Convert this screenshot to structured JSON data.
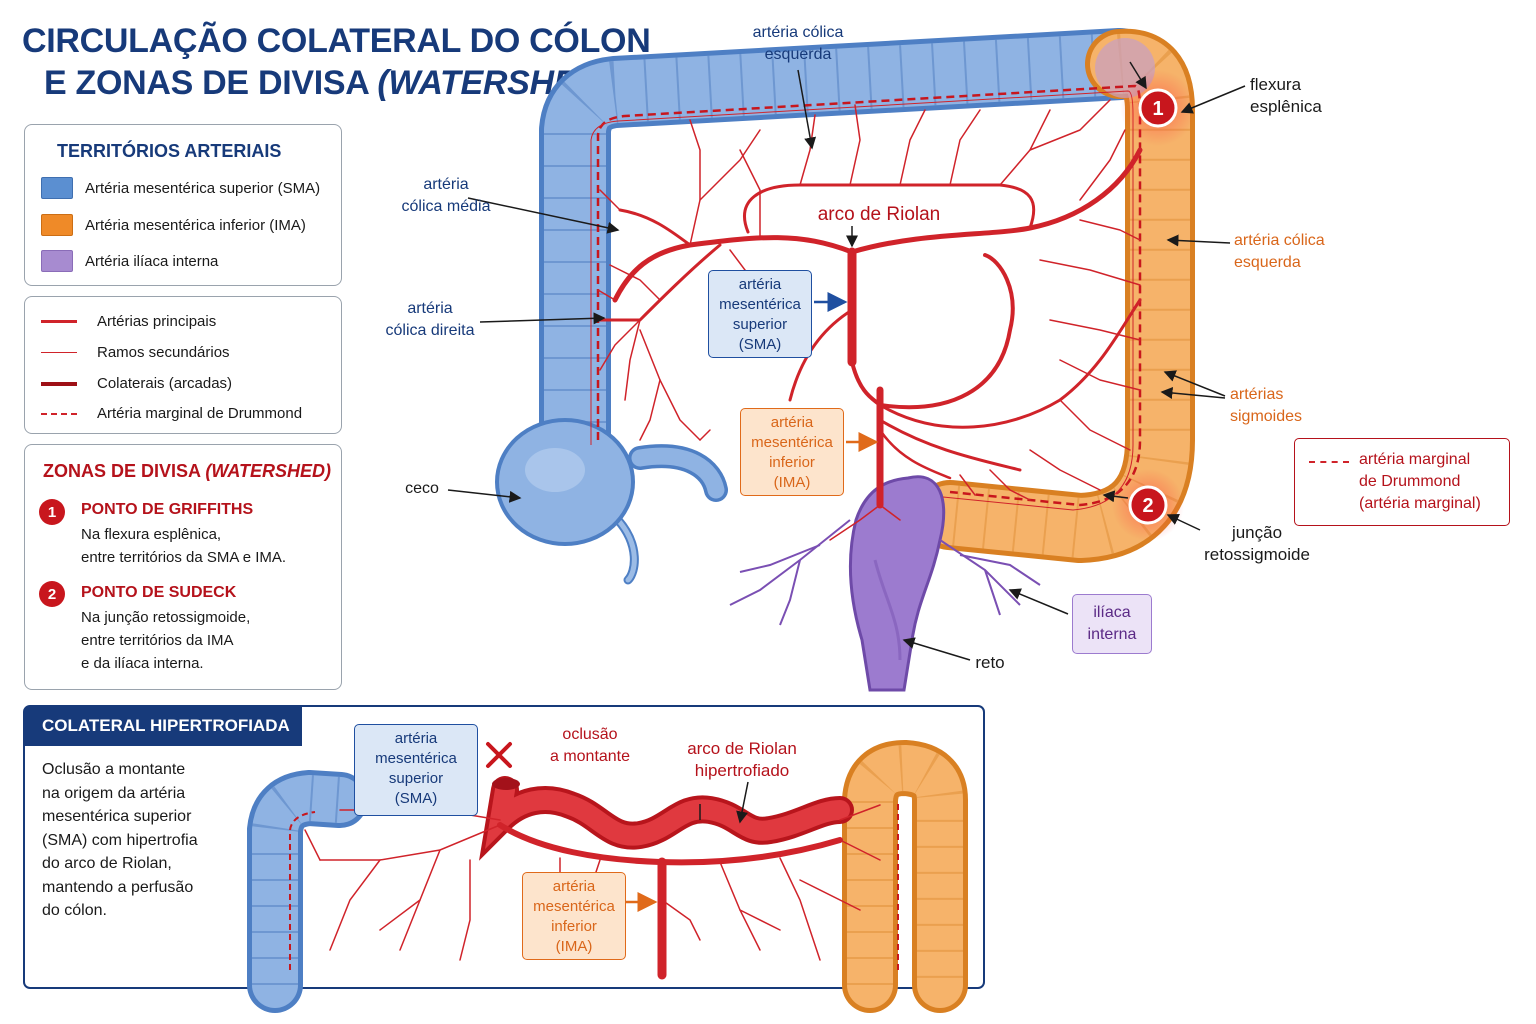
{
  "title": {
    "line1": "CIRCULAÇÃO COLATERAL DO CÓLON",
    "line2_prefix": "E ZONAS DE DIVISA ",
    "line2_italic": "(WATERSHED)"
  },
  "legend_territories": {
    "heading": "TERRITÓRIOS ARTERIAIS",
    "items": [
      {
        "label": "Artéria mesentérica superior (SMA)",
        "color": "#5b8fd1"
      },
      {
        "label": "Artéria mesentérica inferior (IMA)",
        "color": "#ef8a28"
      },
      {
        "label": "Artéria ilíaca interna",
        "color": "#a78bd0"
      }
    ]
  },
  "legend_lines": {
    "items": [
      {
        "label": "Artérias principais",
        "style": "main"
      },
      {
        "label": "Ramos secundários",
        "style": "thin"
      },
      {
        "label": "Colaterais (arcadas)",
        "style": "thick"
      },
      {
        "label": "Artéria marginal de Drummond",
        "style": "dashed"
      }
    ]
  },
  "watershed": {
    "heading_prefix": "ZONAS DE DIVISA ",
    "heading_italic": "(WATERSHED)",
    "points": [
      {
        "num": "1",
        "title": "PONTO DE GRIFFITHS",
        "lines": [
          "Na flexura esplênica,",
          "entre territórios da SMA e IMA."
        ]
      },
      {
        "num": "2",
        "title": "PONTO DE SUDECK",
        "lines": [
          "Na junção retossigmoide,",
          "entre territórios da IMA",
          "e da ilíaca interna."
        ]
      }
    ]
  },
  "diagram": {
    "label_left_colic_top": [
      "artéria cólica",
      "esquerda"
    ],
    "label_middle_colic": [
      "artéria",
      "cólica média"
    ],
    "label_right_colic": [
      "artéria",
      "cólica direita"
    ],
    "label_ceco": "ceco",
    "label_riolan": "arco de Riolan",
    "box_sma": [
      "artéria",
      "mesentérica",
      "superior",
      "(SMA)"
    ],
    "box_ima": [
      "artéria",
      "mesentérica",
      "inferior",
      "(IMA)"
    ],
    "label_splenic": [
      "flexura",
      "esplênica"
    ],
    "label_left_colic_right": [
      "artéria cólica",
      "esquerda"
    ],
    "label_sigmoid": [
      "artérias",
      "sigmoides"
    ],
    "box_marginal": [
      "artéria marginal",
      "de Drummond",
      "(artéria marginal)"
    ],
    "label_rectosigmoid": [
      "junção",
      "retossigmoide"
    ],
    "box_iliac": [
      "ilíaca",
      "interna"
    ],
    "label_reto": "reto",
    "marker1": "1",
    "marker2": "2"
  },
  "hypertrophy": {
    "tab": "COLATERAL HIPERTROFIADA",
    "text": [
      "Oclusão a montante",
      "na origem da artéria",
      "mesentérica superior",
      "(SMA) com hipertrofia",
      "do arco de Riolan,",
      "mantendo a perfusão",
      "do cólon."
    ],
    "box_sma": [
      "artéria",
      "mesentérica",
      "superior",
      "(SMA)"
    ],
    "label_occlusion": [
      "oclusão",
      "a montante"
    ],
    "label_riolan": [
      "arco de Riolan",
      "hipertrofiado"
    ],
    "box_ima": [
      "artéria",
      "mesentérica",
      "inferior",
      "(IMA)"
    ]
  }
}
